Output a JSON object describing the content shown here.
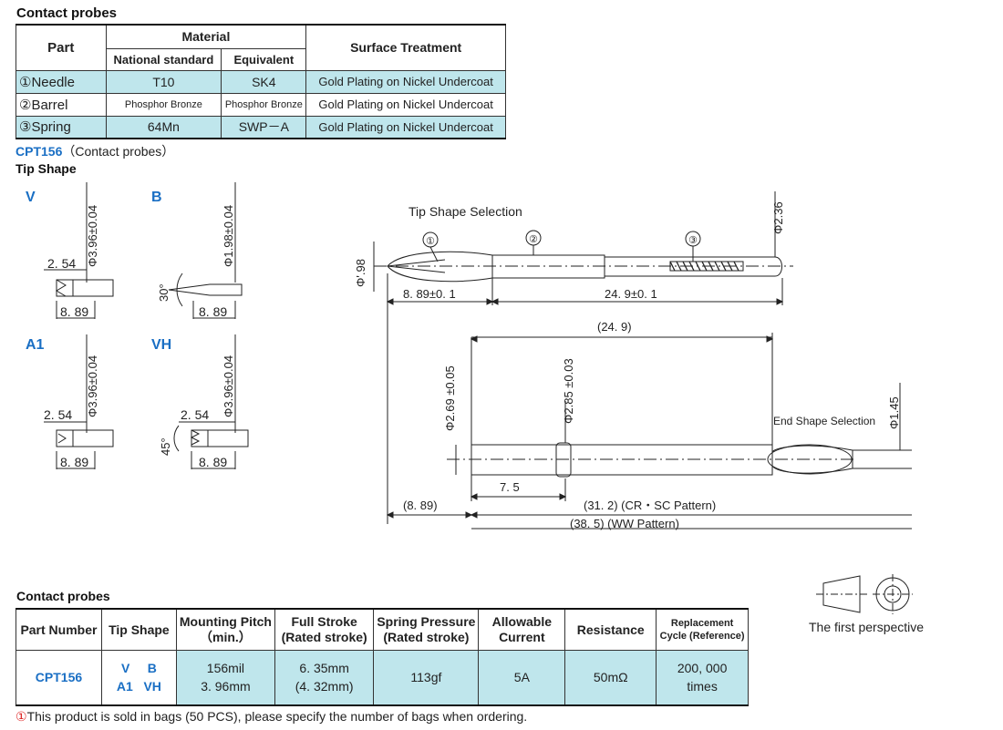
{
  "top_table": {
    "title": "Contact probes",
    "headers": {
      "part": "Part",
      "material": "Material",
      "national": "National standard",
      "equivalent": "Equivalent",
      "surface": "Surface Treatment"
    },
    "rows": [
      {
        "part": "①Needle",
        "national": "T10",
        "equivalent": "SK4",
        "surface": "Gold Plating on Nickel Undercoat"
      },
      {
        "part": "②Barrel",
        "national": "Phosphor Bronze",
        "equivalent": "Phosphor Bronze",
        "surface": "Gold Plating on Nickel Undercoat"
      },
      {
        "part": "③Spring",
        "national": "64Mn",
        "equivalent": "SWP－A",
        "surface": "Gold Plating on Nickel Undercoat"
      }
    ]
  },
  "product": {
    "code": "CPT156",
    "suffix": "（Contact probes）",
    "tip_shape_title": "Tip  Shape"
  },
  "tips": {
    "v": {
      "label": "V",
      "dia": "Φ3.96±0.04",
      "d1": "2. 54",
      "d2": "8. 89"
    },
    "b": {
      "label": "B",
      "dia": "Φ1.98±0.04",
      "angle": "30°",
      "d2": "8. 89"
    },
    "a1": {
      "label": "A1",
      "dia": "Φ3.96±0.04",
      "d1": "2. 54",
      "d2": "8. 89"
    },
    "vh": {
      "label": "VH",
      "dia": "Φ3.96±0.04",
      "angle": "45°",
      "d1": "2. 54",
      "d2": "8. 89"
    }
  },
  "main_drawing": {
    "tip_selection": "Tip Shape Selection",
    "end_selection": "End Shape Selection",
    "callouts": [
      "①",
      "②",
      "③"
    ],
    "dims": {
      "phi98": "Φ'.98",
      "phi236": "Φ2.36",
      "len1": "8. 89±0. 1",
      "len2": "24. 9±0. 1",
      "len3": "(24. 9)",
      "phi269": "Φ2.69 ±0.05",
      "phi285": "Φ2.85 ±0.03",
      "phi145": "Φ1.45",
      "d75": "7. 5",
      "d889": "(8. 89)",
      "d312": "(31. 2) (CR・SC Pattern)",
      "d385": "(38. 5) (WW Pattern)"
    }
  },
  "bottom_table": {
    "title": "Contact probes",
    "headers": {
      "part_number": "Part Number",
      "tip_shape": "Tip  Shape",
      "mounting_1": "Mounting Pitch",
      "mounting_2": "（min.）",
      "stroke_1": "Full Stroke",
      "stroke_2": "(Rated stroke)",
      "pressure_1": "Spring Pressure",
      "pressure_2": "(Rated stroke)",
      "current_1": "Allowable",
      "current_2": "Current",
      "resistance": "Resistance",
      "replacement_1": "Replacement",
      "replacement_2": "Cycle (Reference)"
    },
    "row": {
      "part_number": "CPT156",
      "tip_a": "V",
      "tip_b": "B",
      "tip_c": "A1",
      "tip_d": "VH",
      "mounting_1": "156mil",
      "mounting_2": "3. 96mm",
      "stroke_1": "6. 35mm",
      "stroke_2": "(4. 32mm)",
      "pressure": "113gf",
      "current": "5A",
      "resistance": "50mΩ",
      "replacement_1": "200, 000",
      "replacement_2": "times"
    }
  },
  "perspective_label": "The first perspective",
  "note": {
    "mark": "①",
    "text": "This product is sold in bags (50 PCS), please specify the number of bags when ordering."
  }
}
